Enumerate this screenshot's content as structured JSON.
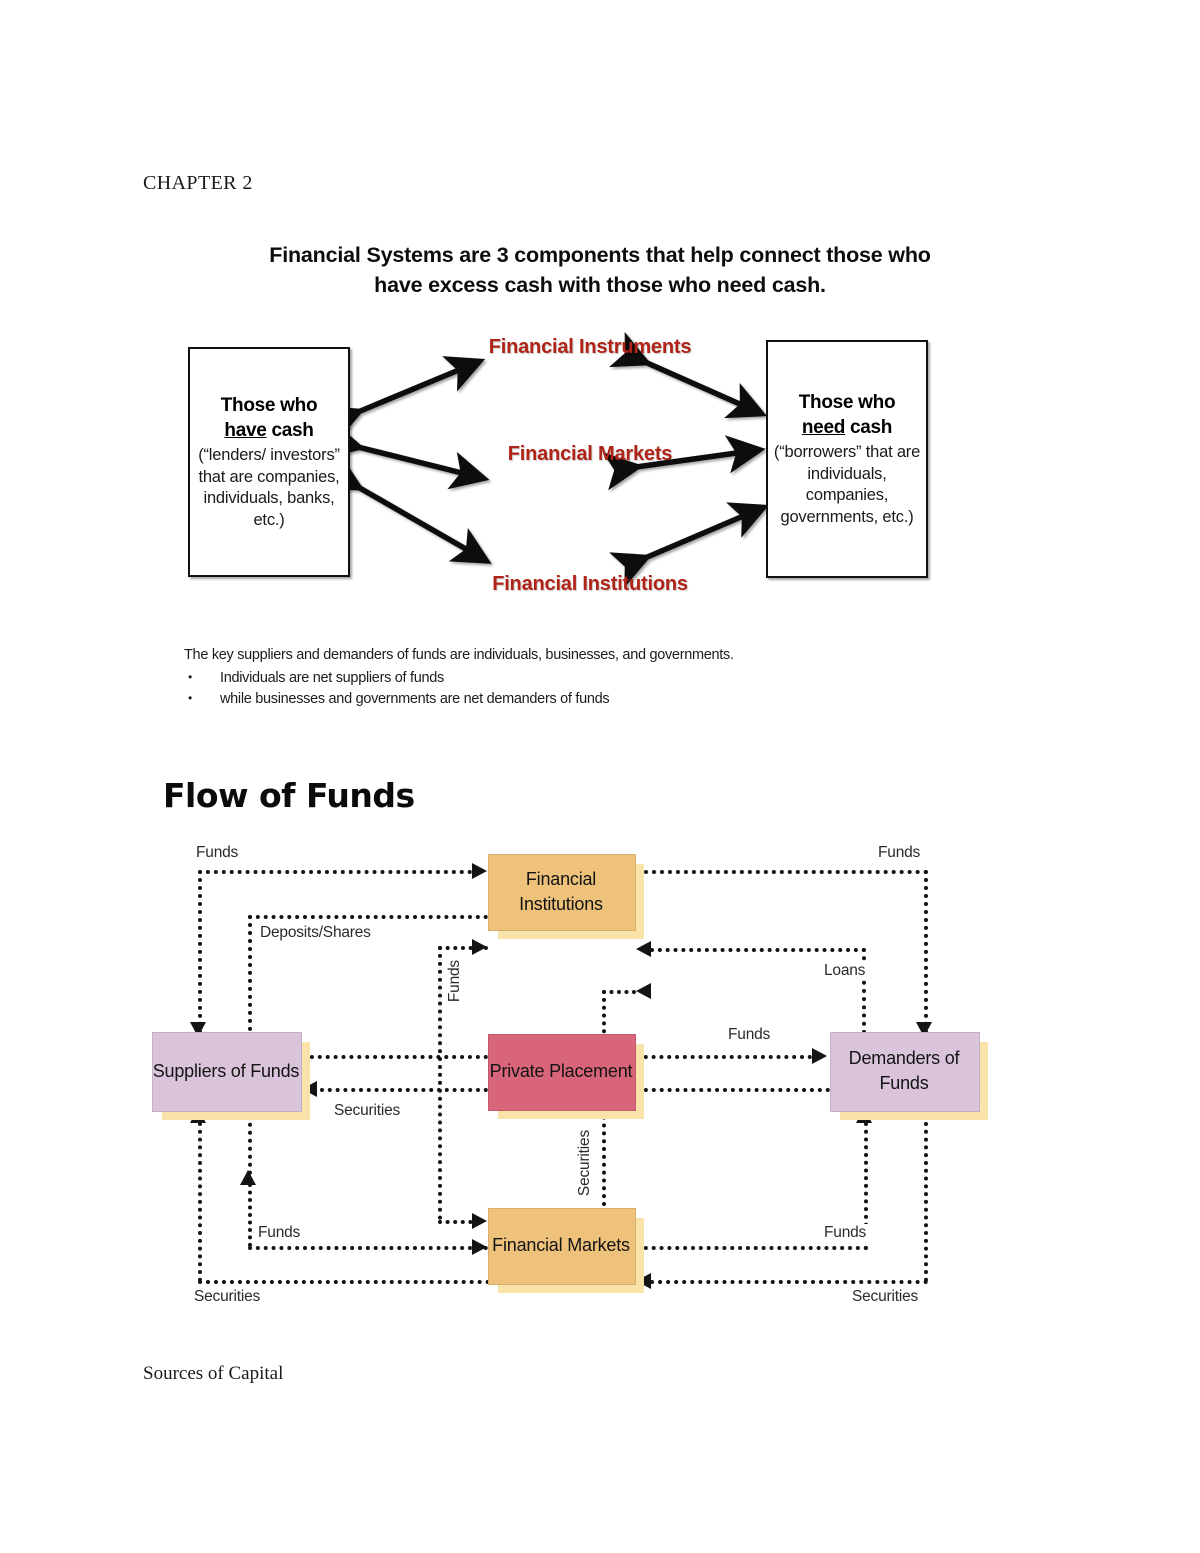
{
  "page": {
    "chapter": "CHAPTER 2",
    "footer_note": "Sources of Capital"
  },
  "systems_section": {
    "title_line1": "Financial Systems are 3 components that help connect those who",
    "title_line2": "have excess cash with those who need cash.",
    "left_box": {
      "header_prefix": "Those who",
      "header_underlined": "have",
      "header_suffix": " cash",
      "detail": "(“lenders/ investors” that are companies, individuals, banks, etc.)"
    },
    "right_box": {
      "header_prefix": "Those who",
      "header_underlined": "need",
      "header_suffix": " cash",
      "detail": "(“borrowers” that are individuals, companies, governments, etc.)"
    },
    "components": [
      "Financial Instruments",
      "Financial Markets",
      "Financial Institutions"
    ],
    "component_color": "#B02418",
    "notes": {
      "lead": "The key suppliers and demanders of funds are individuals, businesses, and governments.",
      "bullets": [
        "Individuals are net suppliers of funds",
        "while businesses and governments are net demanders of funds"
      ]
    }
  },
  "flow_section": {
    "heading": "Flow of Funds",
    "boxes": {
      "financial_institutions": "Financial Institutions",
      "private_placement": "Private Placement",
      "financial_markets": "Financial Markets",
      "suppliers_of_funds": "Suppliers of Funds",
      "demanders_of_funds": "Demanders of Funds"
    },
    "box_colors": {
      "institutions": "#EFC27B",
      "markets": "#EFC27B",
      "private_placement": "#D9657A",
      "suppliers": "#D9C4DC",
      "demanders": "#D9C4DC",
      "shadow": "#FAE3A9"
    },
    "labels": {
      "funds_top_left": "Funds",
      "funds_top_right": "Funds",
      "deposits_shares": "Deposits/Shares",
      "loans": "Loans",
      "funds_vertical_left": "Funds",
      "funds_center_right": "Funds",
      "securities_left": "Securities",
      "securities_vertical_center": "Securities",
      "funds_bottom_left": "Funds",
      "funds_bottom_right": "Funds",
      "securities_bottom_left": "Securities",
      "securities_bottom_right": "Securities"
    }
  }
}
